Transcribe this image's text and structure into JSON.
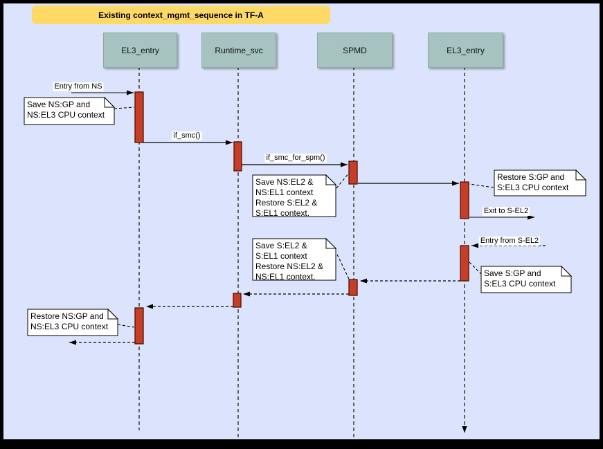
{
  "title": {
    "label": "Existing context_mgmt_sequence in TF-A"
  },
  "actors": [
    {
      "label": "EL3_entry"
    },
    {
      "label": "Runtime_svc"
    },
    {
      "label": "SPMD"
    },
    {
      "label": "EL3_entry"
    }
  ],
  "messages": [
    {
      "label": "Entry from NS",
      "from": "NS",
      "to": "EL3_entry",
      "style": "solid"
    },
    {
      "label": "if_smc()",
      "from": "EL3_entry",
      "to": "Runtime_svc",
      "style": "solid"
    },
    {
      "label": "if_smc_for_spm()",
      "from": "Runtime_svc",
      "to": "SPMD",
      "style": "solid"
    },
    {
      "label": "",
      "from": "SPMD",
      "to": "EL3_entry_2",
      "style": "solid"
    },
    {
      "label": "Exit to S-EL2",
      "from": "EL3_entry_2",
      "to": "S-EL2",
      "style": "solid"
    },
    {
      "label": "Entry from S-EL2",
      "from": "S-EL2",
      "to": "EL3_entry_2",
      "style": "dashed"
    },
    {
      "label": "",
      "from": "EL3_entry_2",
      "to": "SPMD",
      "style": "dashed"
    },
    {
      "label": "",
      "from": "SPMD",
      "to": "Runtime_svc",
      "style": "dashed"
    },
    {
      "label": "",
      "from": "Runtime_svc",
      "to": "EL3_entry",
      "style": "dashed"
    },
    {
      "label": "",
      "from": "EL3_entry",
      "to": "NS",
      "style": "dashed"
    }
  ],
  "notes": [
    {
      "text": "Save NS:GP and\nNS:EL3 CPU context"
    },
    {
      "text": "Save NS:EL2 &\nNS:EL1 context\nRestore S:EL2 &\nS:EL1 context."
    },
    {
      "text": "Save S:EL2 &\nS:EL1 context\nRestore NS:EL2 &\nNS:EL1 context."
    },
    {
      "text": "Restore S:GP and\nS:EL3 CPU context"
    },
    {
      "text": "Save S:GP and\nS:EL3 CPU context"
    },
    {
      "text": "Restore NS:GP and\nNS:EL3 CPU context"
    }
  ],
  "colors": {
    "canvas_bg": "#dbe4fc",
    "frame": "#000000",
    "title_bg": "#ffd966",
    "actor_bg": "#a6c3bf",
    "activation_fill": "#c63e26",
    "activation_stroke": "#4d1205",
    "note_bg": "#ffffff"
  }
}
